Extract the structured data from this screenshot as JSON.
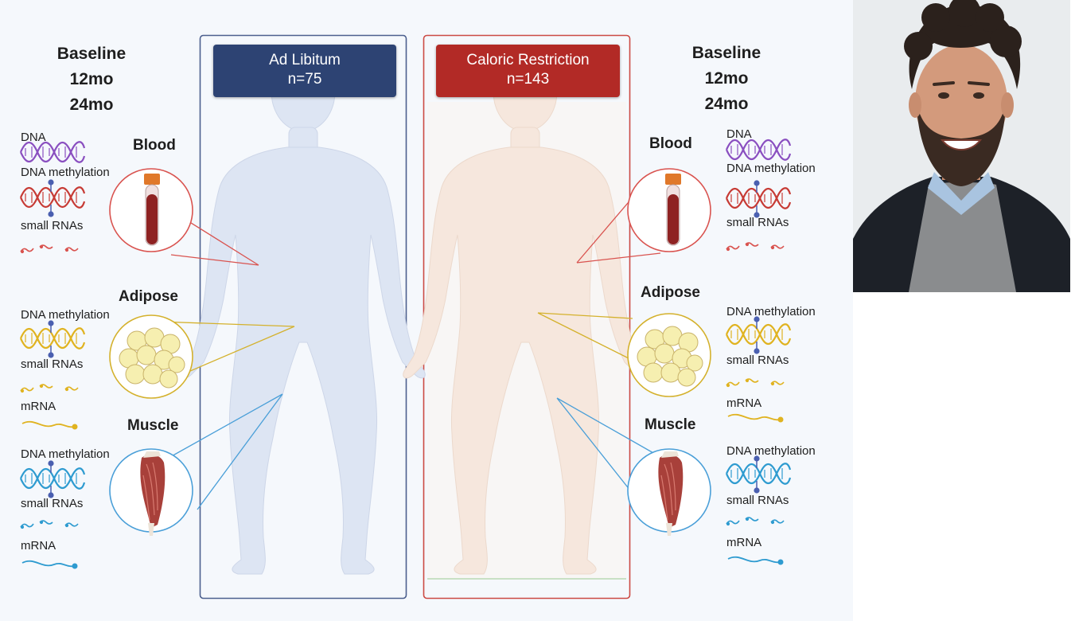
{
  "left_panel": {
    "timepoints": [
      "Baseline",
      "12mo",
      "24mo"
    ],
    "tissues": {
      "blood": "Blood",
      "adipose": "Adipose",
      "muscle": "Muscle"
    },
    "blood_labels": [
      "DNA",
      "DNA methylation",
      "small RNAs"
    ],
    "adipose_labels": [
      "DNA methylation",
      "small RNAs",
      "mRNA"
    ],
    "muscle_labels": [
      "DNA methylation",
      "small RNAs",
      "mRNA"
    ]
  },
  "right_panel": {
    "timepoints": [
      "Baseline",
      "12mo",
      "24mo"
    ],
    "tissues": {
      "blood": "Blood",
      "adipose": "Adipose",
      "muscle": "Muscle"
    },
    "blood_labels": [
      "DNA",
      "DNA methylation",
      "small RNAs"
    ],
    "adipose_labels": [
      "DNA methylation",
      "small RNAs",
      "mRNA"
    ],
    "muscle_labels": [
      "DNA methylation",
      "small RNAs",
      "mRNA"
    ]
  },
  "groups": {
    "ad_libitum": {
      "name": "Ad Libitum",
      "n": "n=75",
      "color": "#2d4373"
    },
    "caloric_restriction": {
      "name": "Caloric Restriction",
      "n": "n=143",
      "color": "#b22a26"
    }
  },
  "colors": {
    "blood": "#d9534f",
    "adipose": "#d4b12c",
    "muscle": "#4a9fd8",
    "dna_purple": "#8a4fc0",
    "dna_red": "#c73b35",
    "dna_yellow": "#e0b320",
    "dna_blue": "#2e9bd0",
    "ad_libitum_body": "#dde5f3",
    "caloric_restriction_body": "#f6e7dd"
  },
  "icons": [
    "dna-helix-icon",
    "methyl-group-icon",
    "small-rna-icon",
    "mrna-icon",
    "blood-tube-icon",
    "fat-cells-icon",
    "muscle-icon",
    "human-body-figure",
    "person-photo"
  ]
}
